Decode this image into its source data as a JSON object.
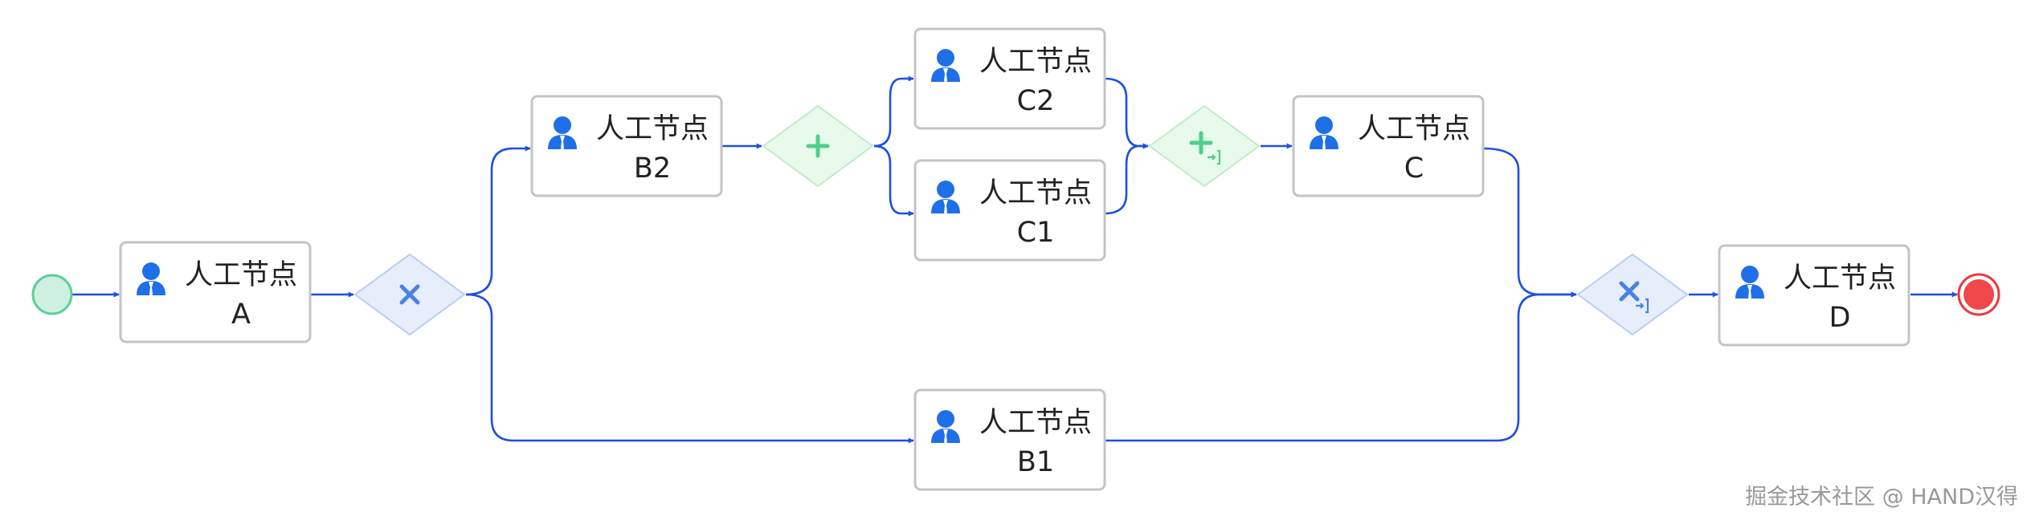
{
  "diagram": {
    "colors": {
      "flow": "#1f4fe0",
      "task_border": "#c4c4c4",
      "start_fill": "#cdf0e0",
      "start_stroke": "#5ccf9a",
      "end_fill": "#f04848",
      "end_stroke": "#e83a3a",
      "exclusive_fill": "#e6eefc",
      "exclusive_stroke": "#bccdf2",
      "exclusive_mark": "#4a82e6",
      "parallel_fill": "#e8faec",
      "parallel_stroke": "#bfeccc",
      "parallel_mark": "#4fcf8a",
      "user_icon": "#1f6fe8"
    },
    "tasks": [
      {
        "id": "A",
        "line1": "人工节点",
        "line2": "A",
        "icon": "user-icon"
      },
      {
        "id": "B2",
        "line1": "人工节点",
        "line2": "B2",
        "icon": "user-icon"
      },
      {
        "id": "C2",
        "line1": "人工节点",
        "line2": "C2",
        "icon": "user-icon"
      },
      {
        "id": "C1",
        "line1": "人工节点",
        "line2": "C1",
        "icon": "user-icon"
      },
      {
        "id": "C",
        "line1": "人工节点",
        "line2": "C",
        "icon": "user-icon"
      },
      {
        "id": "B1",
        "line1": "人工节点",
        "line2": "B1",
        "icon": "user-icon"
      },
      {
        "id": "D",
        "line1": "人工节点",
        "line2": "D",
        "icon": "user-icon"
      }
    ],
    "gateways": [
      {
        "id": "xor-split",
        "type": "exclusive",
        "icon": "x-icon"
      },
      {
        "id": "and-split",
        "type": "parallel",
        "icon": "plus-icon"
      },
      {
        "id": "and-join",
        "type": "parallel",
        "icon": "plus-join-icon"
      },
      {
        "id": "xor-join",
        "type": "exclusive",
        "icon": "x-join-icon"
      }
    ],
    "events": [
      {
        "id": "start",
        "type": "start"
      },
      {
        "id": "end",
        "type": "end"
      }
    ],
    "flows": [
      {
        "from": "start",
        "to": "A"
      },
      {
        "from": "A",
        "to": "xor-split"
      },
      {
        "from": "xor-split",
        "to": "B2"
      },
      {
        "from": "xor-split",
        "to": "B1"
      },
      {
        "from": "B2",
        "to": "and-split"
      },
      {
        "from": "and-split",
        "to": "C2"
      },
      {
        "from": "and-split",
        "to": "C1"
      },
      {
        "from": "C2",
        "to": "and-join"
      },
      {
        "from": "C1",
        "to": "and-join"
      },
      {
        "from": "and-join",
        "to": "C"
      },
      {
        "from": "C",
        "to": "xor-join"
      },
      {
        "from": "B1",
        "to": "xor-join"
      },
      {
        "from": "xor-join",
        "to": "D"
      },
      {
        "from": "D",
        "to": "end"
      }
    ]
  },
  "watermark": "掘金技术社区 @ HAND汉得"
}
